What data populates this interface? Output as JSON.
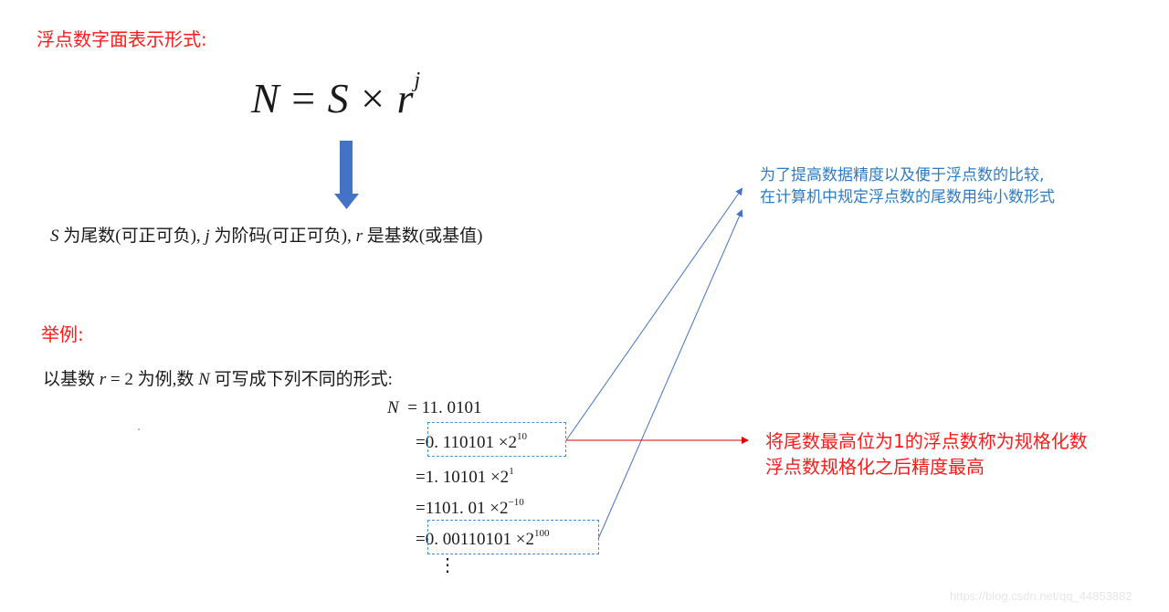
{
  "title": "浮点数字面表示形式:",
  "formula": {
    "lhs": "N",
    "eq": "=",
    "mantissa": "S",
    "times": "×",
    "base": "r",
    "exponent": "j"
  },
  "description": {
    "S": "S",
    "S_text": " 为尾数(可正可负),",
    "j": "j",
    "j_text": " 为阶码(可正可负),",
    "r": "r",
    "r_text": " 是基数(或基值)"
  },
  "example": {
    "label": "举例:",
    "intro_prefix": "以基数 ",
    "intro_r": "r",
    "intro_eq": " = 2 为例,数 ",
    "intro_N": "N",
    "intro_suffix": " 可写成下列不同的形式:",
    "N": "N",
    "first_value": "= 11. 0101",
    "rows": [
      {
        "prefix": "=",
        "mantissa": "0. 110101 ×2",
        "exp": "10",
        "boxed": true
      },
      {
        "prefix": "=",
        "mantissa": "1. 10101 ×2",
        "exp": "1",
        "boxed": false
      },
      {
        "prefix": "=",
        "mantissa": "1101. 01 ×2",
        "exp": "−10",
        "boxed": false
      },
      {
        "prefix": "=",
        "mantissa": "0. 00110101 ×2",
        "exp": "100",
        "boxed": true
      }
    ],
    "ellipsis": "⋮"
  },
  "notes": {
    "blue": [
      "为了提高数据精度以及便于浮点数的比较,",
      "在计算机中规定浮点数的尾数用纯小数形式"
    ],
    "red": [
      "将尾数最高位为1的浮点数称为规格化数",
      "浮点数规格化之后精度最高"
    ]
  },
  "colors": {
    "red": "#ff1a1a",
    "blue_text": "#2e7bc4",
    "arrow_blue": "#4472c4",
    "dash_blue": "#4a90d9"
  },
  "watermark": "https://blog.csdn.net/qq_44853882"
}
